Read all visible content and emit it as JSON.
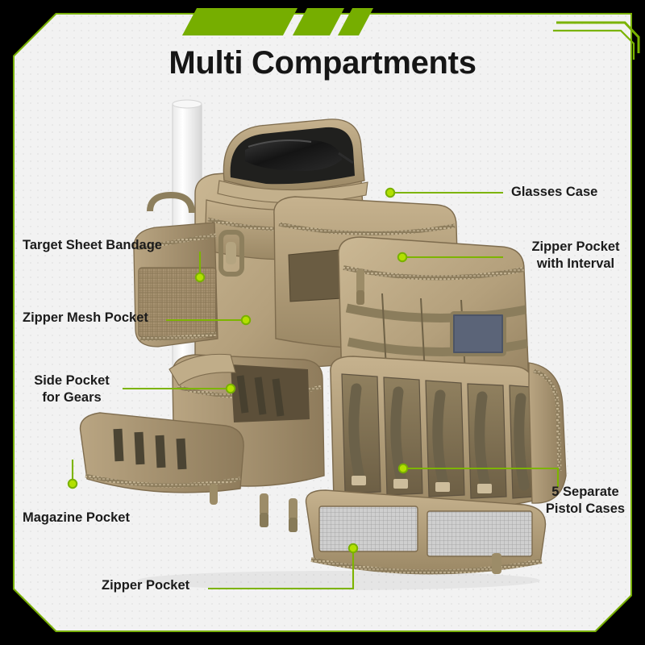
{
  "page": {
    "title": "Multi Compartments",
    "accent_green": "#76ae00",
    "background": "#000000",
    "panel_color": "#f2f2f2",
    "text_color": "#1b1b1b"
  },
  "decor": {
    "stripes": [
      "stripe-1",
      "stripe-2",
      "stripe-3"
    ],
    "corner_accent": "corner-bracket"
  },
  "product": {
    "name": "tactical-range-backpack",
    "body_color": "#b09a77",
    "strap_color": "#8a7c5a",
    "accessory_color": "#1a1a1a"
  },
  "callouts": [
    {
      "id": "glasses-case",
      "label": "Glasses Case",
      "side": "right",
      "align": "left",
      "lines": [
        "Glasses Case"
      ]
    },
    {
      "id": "zipper-pocket-with-interval",
      "label": "Zipper Pocket\nwith Interval",
      "side": "right",
      "align": "ctr",
      "lines": [
        "Zipper Pocket",
        "with Interval"
      ]
    },
    {
      "id": "five-separate-pistol-cases",
      "label": "5 Separate\nPistol Cases",
      "side": "right",
      "align": "ctr",
      "lines": [
        "5 Separate",
        "Pistol Cases"
      ]
    },
    {
      "id": "target-sheet-bandage",
      "label": "Target Sheet Bandage",
      "side": "left",
      "align": "left",
      "lines": [
        "Target Sheet Bandage"
      ]
    },
    {
      "id": "zipper-mesh-pocket",
      "label": "Zipper Mesh Pocket",
      "side": "left",
      "align": "left",
      "lines": [
        "Zipper Mesh Pocket"
      ]
    },
    {
      "id": "side-pocket-for-gears",
      "label": "Side Pocket\nfor Gears",
      "side": "left",
      "align": "ctr",
      "lines": [
        "Side Pocket",
        "for Gears"
      ]
    },
    {
      "id": "magazine-pocket",
      "label": "Magazine Pocket",
      "side": "left",
      "align": "left",
      "lines": [
        "Magazine Pocket"
      ]
    },
    {
      "id": "zipper-pocket",
      "label": "Zipper Pocket",
      "side": "bottom",
      "align": "left",
      "lines": [
        "Zipper Pocket"
      ]
    }
  ]
}
